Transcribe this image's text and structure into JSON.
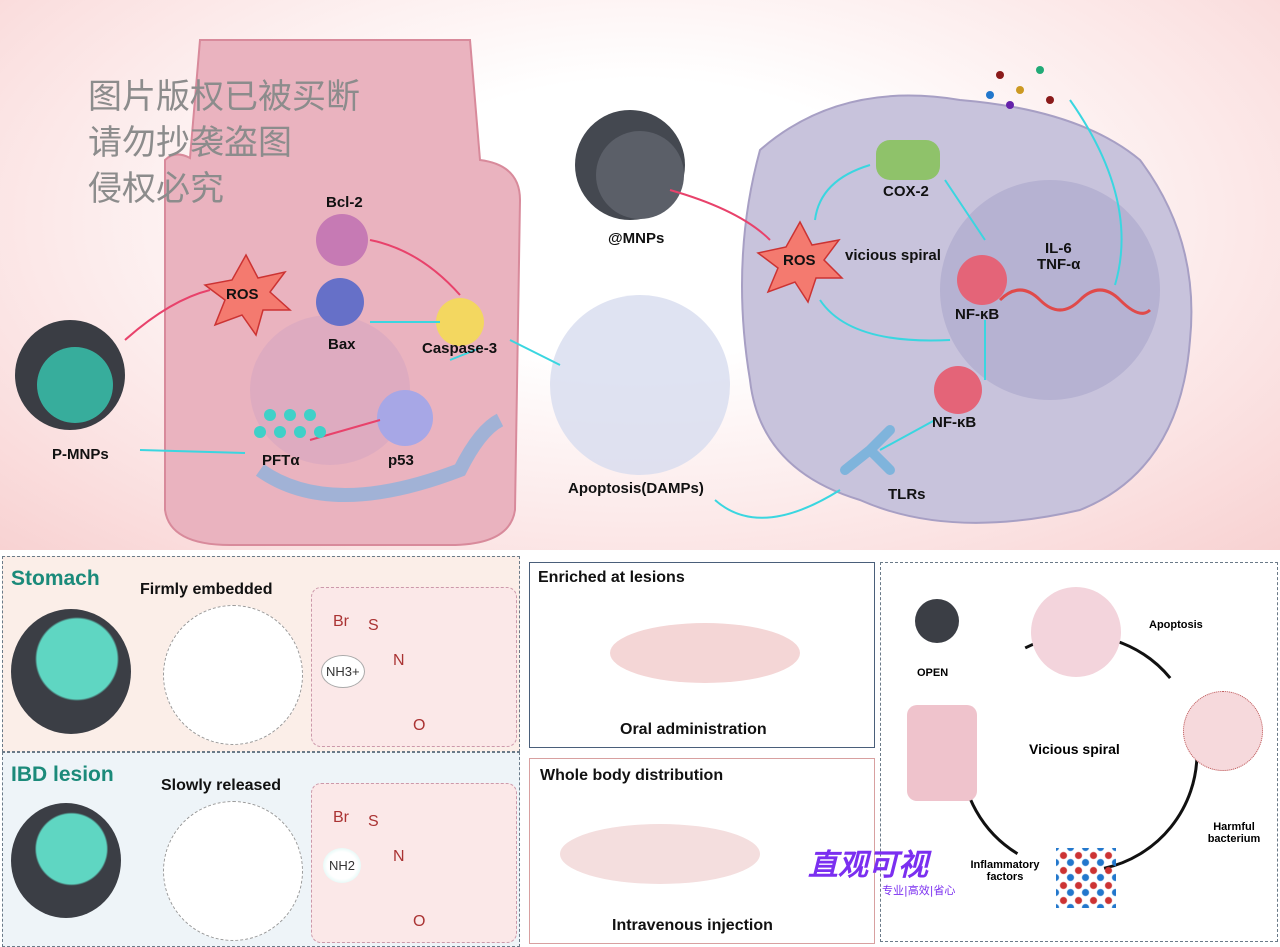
{
  "watermark": {
    "lines": [
      "图片版权已被买断",
      "请勿抄袭盗图",
      "侵权必究"
    ]
  },
  "top_panel": {
    "epithelial": {
      "bcl2": "Bcl-2",
      "ros": "ROS",
      "bax": "Bax",
      "caspase3": "Caspase-3",
      "pmnps": "P-MNPs",
      "pfta": "PFTα",
      "p53": "p53"
    },
    "apoptosis": "Apoptosis(DAMPs)",
    "macrophage": {
      "mnps": "@MNPs",
      "ros": "ROS",
      "vicious_spiral": "vicious spiral",
      "cox2": "COX-2",
      "il6": "IL-6",
      "tnfa": "TNF-α",
      "nfkb_nucleus": "NF-κB",
      "nfkb_cyto": "NF-κB",
      "tlrs": "TLRs"
    }
  },
  "bottom_left": {
    "stomach": {
      "title": "Stomach",
      "caption": "Firmly embedded",
      "charge_label": "NH3+"
    },
    "ibd": {
      "title": "IBD lesion",
      "caption": "Slowly released",
      "charge_label": "NH2"
    },
    "atoms": {
      "br": "Br",
      "s": "S",
      "n": "N",
      "o": "O"
    }
  },
  "bottom_middle": {
    "oral": {
      "title": "Enriched at lesions",
      "caption": "Oral administration"
    },
    "iv": {
      "title": "Whole body distribution",
      "caption": "Intravenous injection"
    }
  },
  "bottom_right": {
    "open": "OPEN",
    "apoptosis": "Apoptosis",
    "center": "Vicious spiral",
    "bacterium": "Harmful bacterium",
    "factors": "Inflammatory factors"
  },
  "logo": {
    "name": "直观可视",
    "slogan": "专业|高效|省心"
  },
  "colors": {
    "accent": "#1b8a7a",
    "ros": "#f26b6b",
    "logo": "#7b2ff0"
  }
}
